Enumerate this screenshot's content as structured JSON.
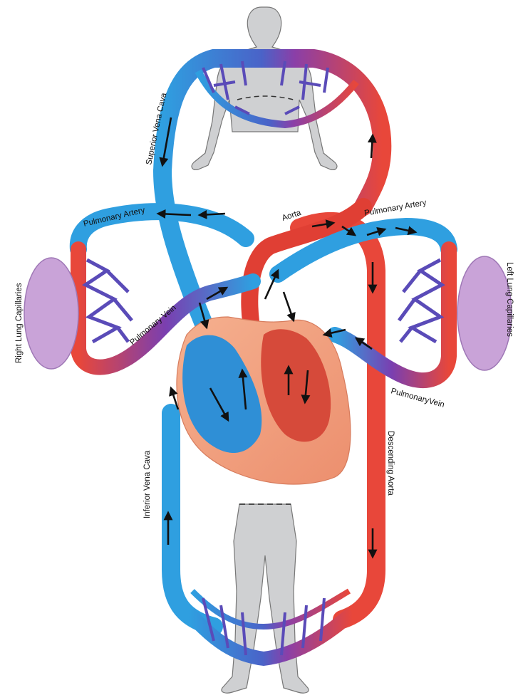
{
  "labels": {
    "superior_vena_cava": "Superior Vena Cava",
    "pulmonary_artery_right": "Pulmonary Artery",
    "pulmonary_artery_left": "Pulmonary Artery",
    "aorta": "Aorta",
    "right_lung_capillaries": "Right Lung Capillaries",
    "left_lung_capillaries": "Left Lung Capillaries",
    "pulmonary_vein_right": "Pulmonary Vein",
    "pulmonary_vein_left": "PulmonaryVein",
    "inferior_vena_cava": "Inferior Vena Cava",
    "descending_aorta": "Descending Aorta"
  },
  "colors": {
    "venous_blue": "#2f9fe0",
    "arterial_red": "#e8473a",
    "capillary_purple": "#6a3fa0",
    "heart_outer": "#f2a181",
    "body_gray": "#cfd0d2",
    "lung_lilac": "#c9a3d8",
    "arrow": "#111111"
  }
}
